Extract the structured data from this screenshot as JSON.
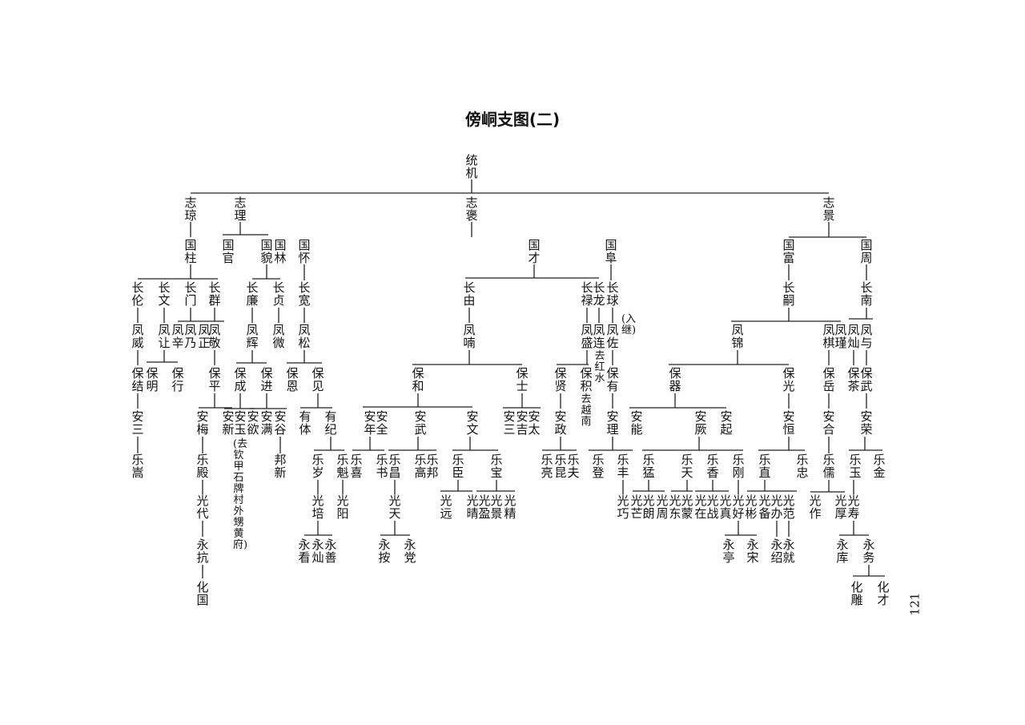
{
  "title": "傍峒支图(二)",
  "page_number": "121",
  "nodes": [
    "统机",
    "志琼",
    "志理",
    "志褒",
    "志景",
    "国柱",
    "国官",
    "国貌",
    "国林",
    "国怀",
    "国才",
    "国阜",
    "国富",
    "国周",
    "长伦",
    "长文",
    "长门",
    "长群",
    "长廉",
    "长贞",
    "长宽",
    "长由",
    "长禄",
    "长龙",
    "长球",
    "长嗣",
    "长南",
    "凤威",
    "凤让",
    "凤辛",
    "凤乃",
    "凤正",
    "凤敬",
    "凤辉",
    "凤微",
    "凤松",
    "凤喃",
    "凤盛",
    "凤连",
    "凤佐",
    "凤锦",
    "凤棋",
    "凤瑾",
    "凤灿",
    "凤与",
    "保结",
    "保明",
    "保行",
    "保平",
    "保成",
    "保进",
    "保恩",
    "保见",
    "保和",
    "保士",
    "保贤",
    "保积",
    "保有",
    "保器",
    "保光",
    "保岳",
    "保茶",
    "保武",
    "安三",
    "安梅",
    "安新",
    "安玉",
    "安欲",
    "安满",
    "安谷",
    "有体",
    "有纪",
    "安年",
    "安全",
    "安武",
    "安文",
    "安三",
    "安吉",
    "安太",
    "安政",
    "安理",
    "安能",
    "安厥",
    "安起",
    "安恒",
    "安合",
    "安荣",
    "乐嵩",
    "乐殿",
    "邦新",
    "乐岁",
    "乐魁",
    "乐喜",
    "乐书",
    "乐昌",
    "乐高",
    "乐邦",
    "乐臣",
    "乐宝",
    "乐亮",
    "乐昆",
    "乐夫",
    "乐登",
    "乐丰",
    "乐猛",
    "乐天",
    "乐香",
    "乐刚",
    "乐直",
    "乐忠",
    "乐儒",
    "乐玉",
    "乐金",
    "光代",
    "光培",
    "光阳",
    "光天",
    "光远",
    "光晴",
    "光盈",
    "光景",
    "光精",
    "光巧",
    "光芒",
    "光朗",
    "光周",
    "光东",
    "光蒙",
    "光在",
    "光战",
    "光真",
    "光好",
    "光彬",
    "光备",
    "光办",
    "光范",
    "光作",
    "光厚",
    "光寿",
    "永抗",
    "永看",
    "永灿",
    "永善",
    "永按",
    "永党",
    "永亭",
    "永宋",
    "永绍",
    "永就",
    "永库",
    "永务",
    "化国",
    "化雕",
    "化才"
  ],
  "notes": [
    "(入继)",
    "去红水",
    "去越南",
    "(去钦甲石牌村外甥黄府)"
  ]
}
